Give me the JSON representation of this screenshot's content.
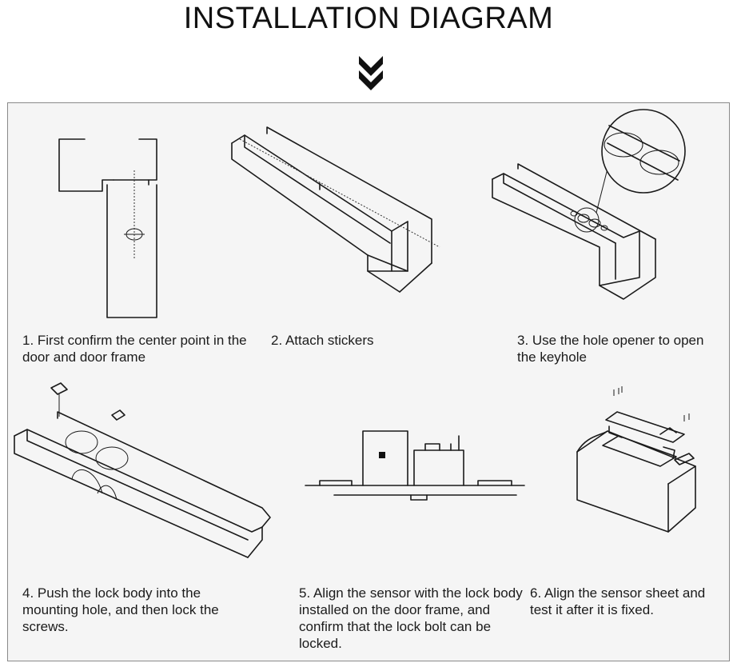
{
  "title": "INSTALLATION DIAGRAM",
  "steps": [
    {
      "caption": "1. First confirm the center point in the door and door frame",
      "icon": "door-frame-center-icon"
    },
    {
      "caption": "2. Attach stickers",
      "icon": "frame-sticker-icon"
    },
    {
      "caption": "3. Use the hole opener to open the keyhole",
      "icon": "hole-opener-icon"
    },
    {
      "caption": "4. Push the lock body into the mounting hole, and then lock the screws.",
      "icon": "lock-body-icon"
    },
    {
      "caption": "5. Align the sensor with the lock body installed on the door frame, and confirm that the lock bolt can be locked.",
      "icon": "sensor-align-icon"
    },
    {
      "caption": "6. Align the sensor sheet and test it after it is fixed.",
      "icon": "sensor-sheet-icon"
    }
  ]
}
